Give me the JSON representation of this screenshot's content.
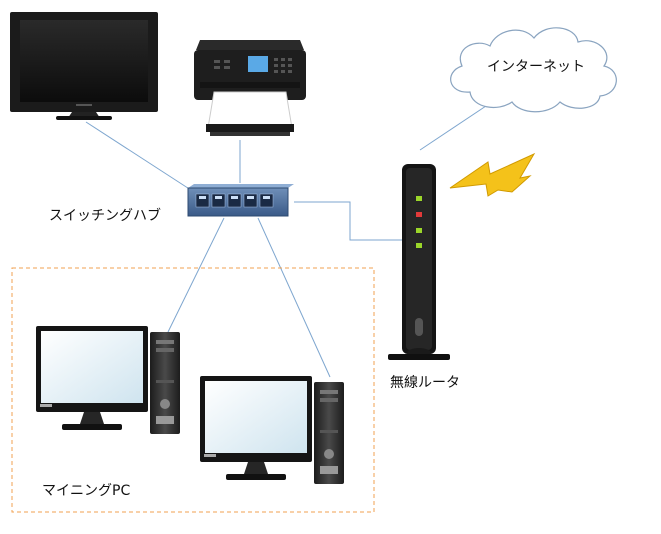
{
  "labels": {
    "internet": "インターネット",
    "switch_hub": "スイッチングハブ",
    "wireless_router": "無線ルータ",
    "mining_pc": "マイニングPC"
  },
  "colors": {
    "link": "#7ea6cf",
    "group_border": "#f0a050",
    "lightning": "#f4c21a",
    "cloud_stroke": "#8aa4c0"
  },
  "icons": [
    "tv-icon",
    "printer-icon",
    "switch-hub-icon",
    "router-icon",
    "cloud-icon",
    "lightning-icon",
    "pc-icon"
  ]
}
